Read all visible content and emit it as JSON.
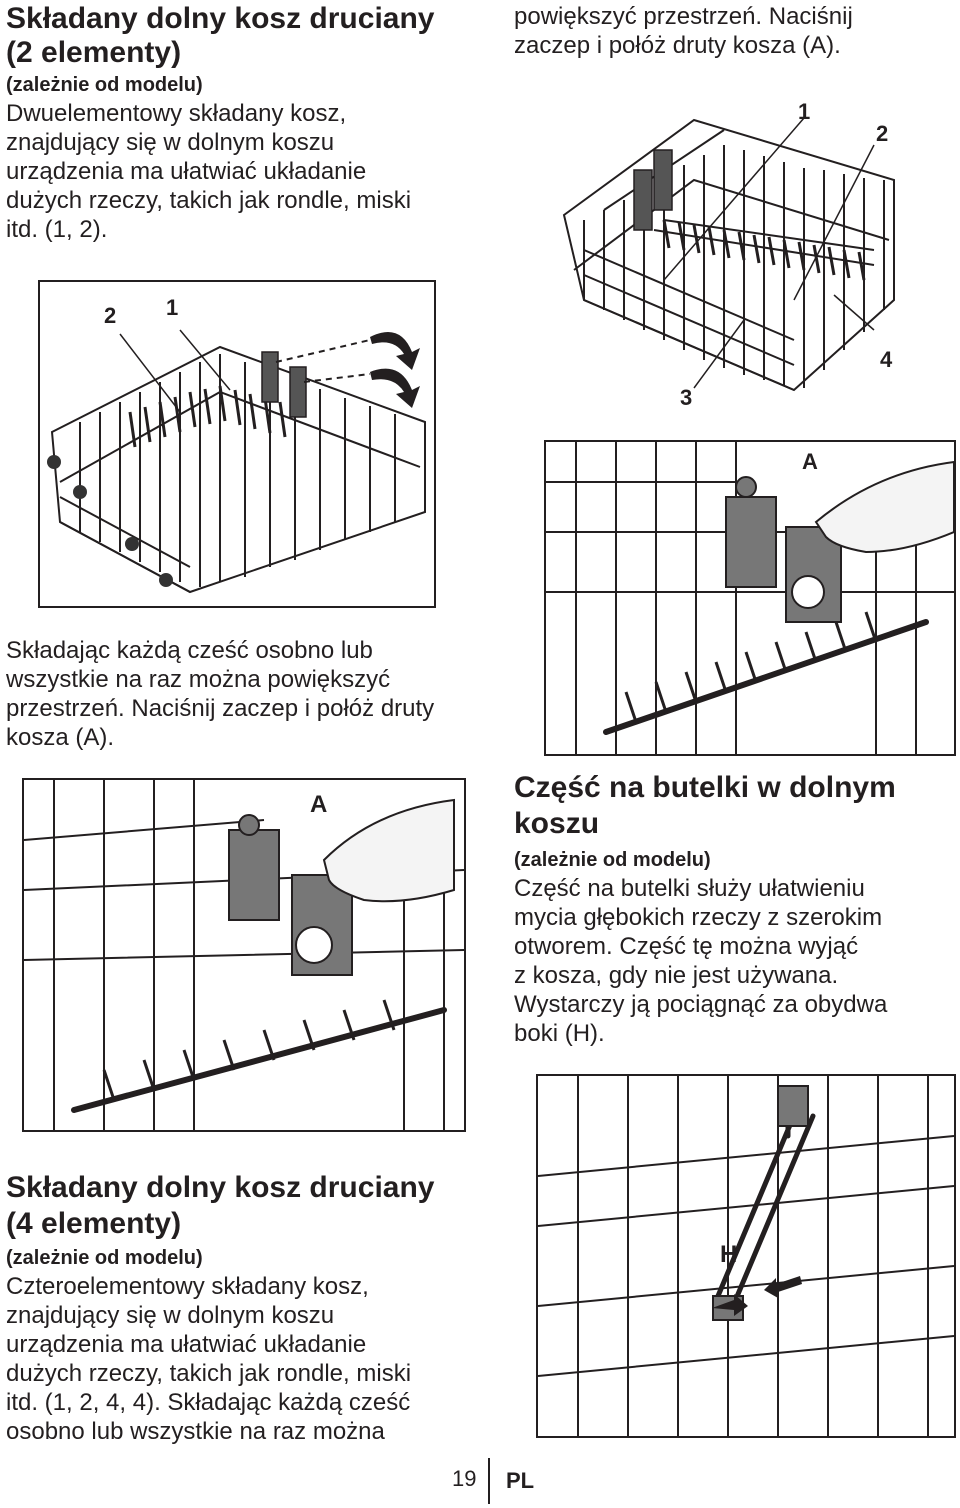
{
  "section1": {
    "title_line1": "Składany dolny kosz druciany",
    "title_line2": "(2 elementy)",
    "subtitle": "(zależnie od modelu)",
    "body": [
      "Dwuelementowy składany kosz,",
      "znajdujący się w dolnym koszu",
      "urządzenia ma ułatwiać układanie",
      "dużych rzeczy, takich jak rondle, miski",
      "itd. (1, 2)."
    ]
  },
  "top_right_text": [
    "powiększyć przestrzeń. Naciśnij",
    "zaczep i połóż druty kosza (A)."
  ],
  "fig_basket4": {
    "labels": {
      "l1": "1",
      "l2": "2",
      "l3": "3",
      "l4": "4"
    }
  },
  "fig_basket2": {
    "labels": {
      "l2": "2",
      "l1": "1"
    }
  },
  "fig_latch_right": {
    "label_a": "A"
  },
  "section1_folding": [
    "Składając każdą cześć osobno lub",
    "wszystkie na raz można powiększyć",
    "przestrzeń. Naciśnij zaczep i połóż druty",
    "kosza (A)."
  ],
  "fig_latch_left": {
    "label_a": "A"
  },
  "section2": {
    "title_line1": "Część na butelki w dolnym",
    "title_line2": "koszu",
    "subtitle": "(zależnie od modelu)",
    "body": [
      "Część na butelki służy ułatwieniu",
      "mycia głębokich rzeczy z szerokim",
      "otworem. Część tę można wyjąć",
      "z kosza, gdy nie jest używana.",
      "Wystarczy ją pociągnąć za obydwa",
      "boki (H)."
    ]
  },
  "fig_bottle": {
    "label_h": "H"
  },
  "section3": {
    "title_line1": "Składany dolny kosz druciany",
    "title_line2": "(4 elementy)",
    "subtitle": "(zależnie od modelu)",
    "body": [
      "Czteroelementowy składany kosz,",
      "znajdujący się w dolnym koszu",
      "urządzenia ma ułatwiać układanie",
      "dużych rzeczy, takich jak rondle, miski",
      "itd. (1, 2, 4, 4). Składając każdą cześć",
      "osobno lub wszystkie na raz można"
    ]
  },
  "footer": {
    "page": "19",
    "lang": "PL"
  },
  "colors": {
    "text": "#231f20",
    "line": "#231f20",
    "skin": "#f4f4f4"
  },
  "icons": [
    "fold-arrow-icon",
    "pull-arrow-icon"
  ]
}
